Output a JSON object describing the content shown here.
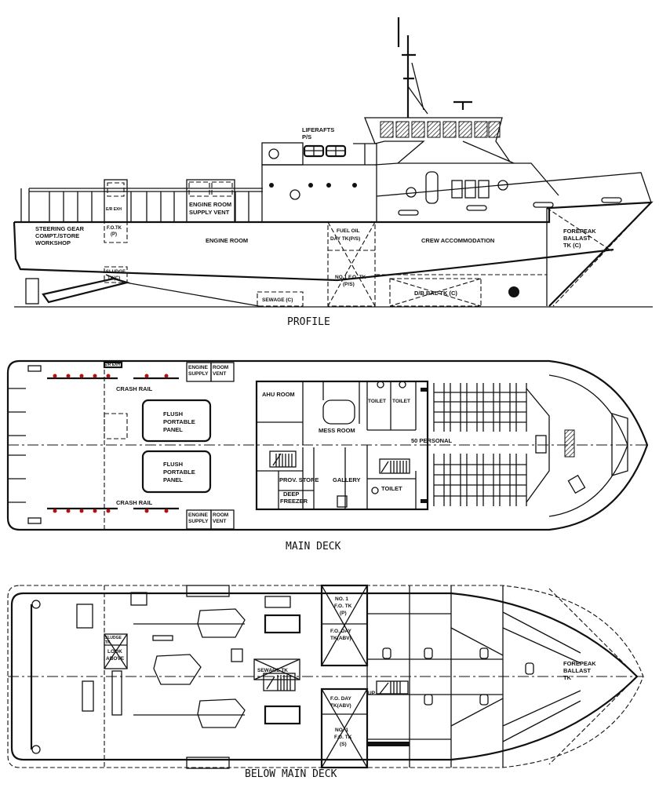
{
  "profile": {
    "title": "PROFILE",
    "liferafts": [
      "LIFERAFTS",
      "P/S"
    ],
    "er_exh": "E/R EXH",
    "supply_vent": [
      "ENGINE ROOM",
      "SUPPLY VENT"
    ],
    "steering": [
      "STEERING GEAR",
      "COMPT./STORE",
      "WORKSHOP"
    ],
    "fo_tk": [
      "F.O.TK",
      "(P)"
    ],
    "engine_room": "ENGINE ROOM",
    "sludge": [
      "SLUDGE",
      "TK(C)"
    ],
    "fuel_day": [
      "FUEL OIL",
      "DAY TK(P/S)"
    ],
    "crew": "CREW ACCOMMODATION",
    "no1_fo": [
      "NO.1 F.O. TK",
      "(P/S)"
    ],
    "sewage": "SEWAGE (C)",
    "db_bal": "D/B BAL TK (C)",
    "forepeak": [
      "FOREPEAK",
      "BALLAST",
      "TK (C)"
    ]
  },
  "main_deck": {
    "title": "MAIN DECK",
    "er_exh": "E/R EXH",
    "crash_rail_top": "CRASH RAIL",
    "crash_rail_bottom": "CRASH RAIL",
    "engine_supply": "ENGINE SUPPLY",
    "room_vent": "ROOM VENT",
    "flush_panel": [
      "FLUSH",
      "PORTABLE",
      "PANEL"
    ],
    "ahu_room": "AHU ROOM",
    "mess_room": "MESS ROOM",
    "toilet": "TOILET",
    "personal": "50 PERSONAL",
    "prov_store": "PROV. STORE",
    "gallery": "GALLERY",
    "deep_freezer": [
      "DEEP",
      "FREEZER"
    ]
  },
  "below_deck": {
    "title": "BELOW MAIN DECK",
    "sludge": [
      "SLUDGE",
      "TK"
    ],
    "look_above": [
      "LOOK",
      "ABOVE"
    ],
    "no1_fo_p": [
      "NO. 1",
      "F.O. TK",
      "(P)"
    ],
    "fo_day_top": [
      "F.O. DAY",
      "TK(ABV)"
    ],
    "sewage_tk": "SEWAGE TK",
    "fo_day_bottom": [
      "F.O. DAY",
      "TK(ABV)"
    ],
    "no1_fo_s": [
      "NO. 1",
      "F.O. TK",
      "(S)"
    ],
    "up": "UP",
    "forepeak": [
      "FOREPEAK",
      "BALLAST",
      "TK"
    ]
  }
}
